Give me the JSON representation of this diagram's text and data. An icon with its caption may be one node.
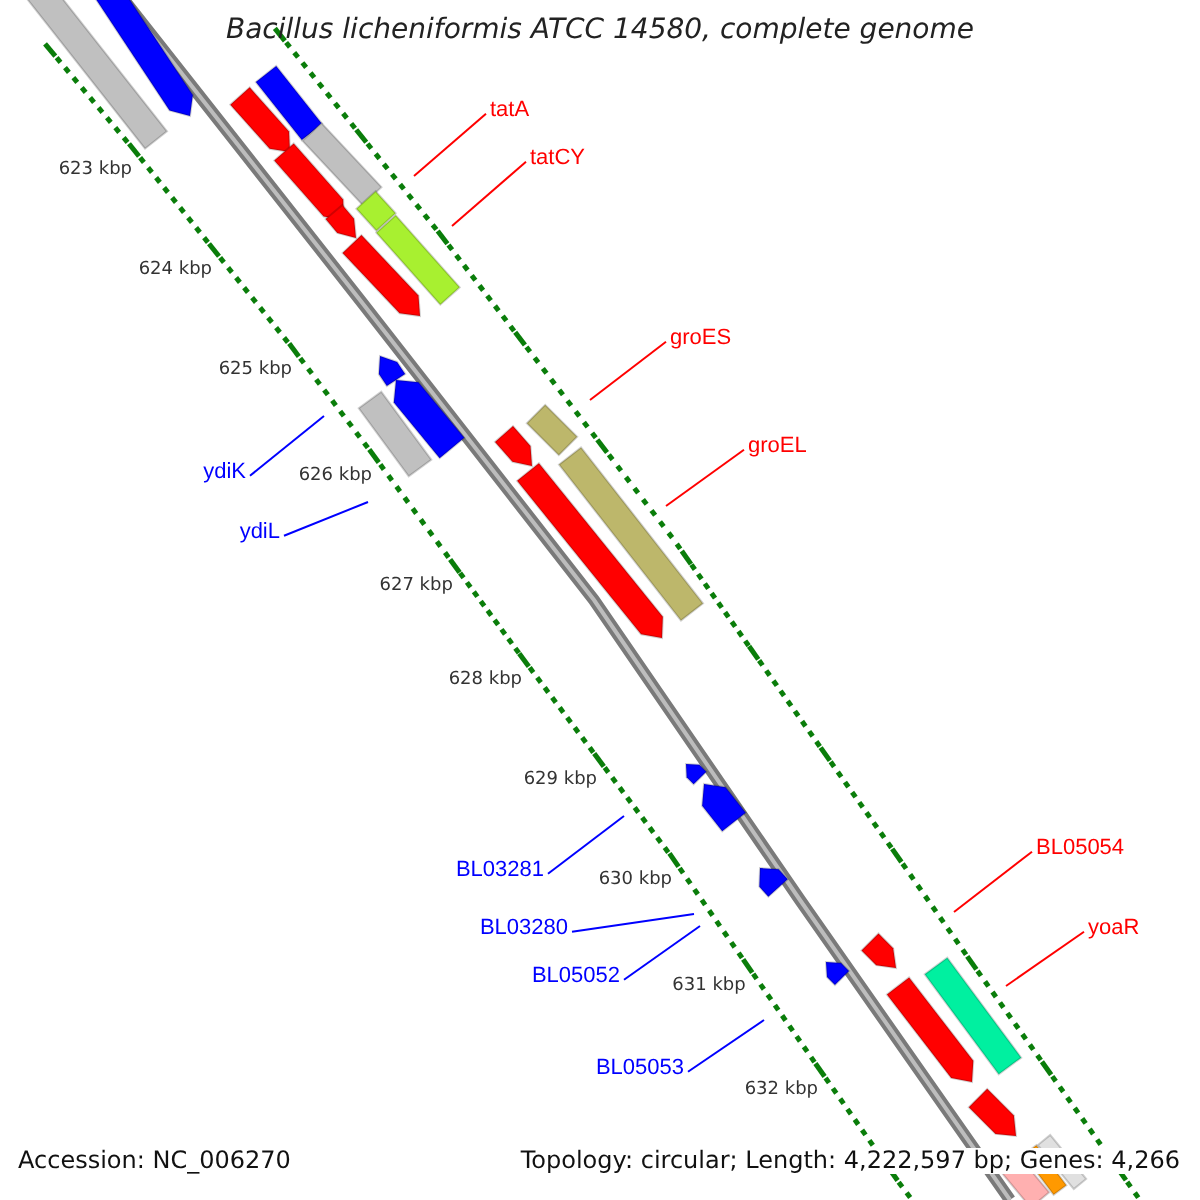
{
  "diagram": {
    "title": "Bacillus licheniformis ATCC 14580, complete genome",
    "nodes": [
      {
        "text": [
          "tatA"
        ]
      },
      {
        "text": [
          "tatCY"
        ]
      },
      {
        "text": [
          "groES"
        ]
      },
      {
        "text": [
          "groEL"
        ]
      },
      {
        "text": [
          "ydiK"
        ]
      },
      {
        "text": [
          "ydiL"
        ]
      },
      {
        "text": [
          "BL05054"
        ]
      },
      {
        "text": [
          "BL03281"
        ]
      },
      {
        "text": [
          "BL03280"
        ]
      },
      {
        "text": [
          "yoaR"
        ]
      },
      {
        "text": [
          "BL05052"
        ]
      },
      {
        "text": [
          "BL05053"
        ]
      }
    ],
    "edges": [
      {
        "from": 0,
        "to": null,
        "arrow": "none"
      },
      {
        "from": 1,
        "to": null,
        "arrow": "none"
      },
      {
        "from": 2,
        "to": null,
        "arrow": "none"
      },
      {
        "from": 3,
        "to": null,
        "arrow": "none"
      },
      {
        "from": 4,
        "to": null,
        "arrow": "none",
        "color": "#0000ff"
      },
      {
        "from": 5,
        "to": null,
        "arrow": "none",
        "color": "#0000ff"
      },
      {
        "from": 6,
        "to": null,
        "arrow": "none"
      },
      {
        "from": 7,
        "to": null,
        "arrow": "none",
        "color": "#0000ff"
      },
      {
        "from": 8,
        "to": null,
        "arrow": "none",
        "color": "#0000ff"
      },
      {
        "from": 9,
        "to": null,
        "arrow": "none"
      },
      {
        "from": 10,
        "to": null,
        "arrow": "none",
        "color": "#0000ff"
      },
      {
        "from": 11,
        "to": null,
        "arrow": "none",
        "color": "#0000ff"
      }
    ],
    "labels": [
      "623 kbp",
      "624 kbp",
      "625 kbp",
      "626 kbp",
      "627 kbp",
      "628 kbp",
      "629 kbp",
      "630 kbp",
      "631 kbp",
      "632 kbp",
      "Accession: NC_006270",
      "Topology: circular; Length: 4,222,597 bp; Genes: 4,266"
    ]
  }
}
